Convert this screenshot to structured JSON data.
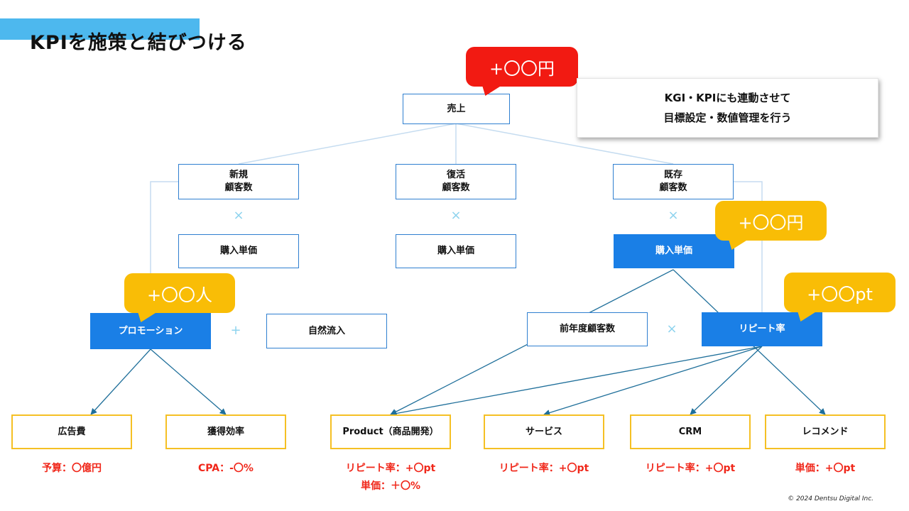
{
  "title": "KPIを施策と結びつける",
  "colors": {
    "accent_bar": "#4db8ee",
    "box_border": "#2f7fd0",
    "highlight_box": "#1a7fe6",
    "leaf_border": "#f5c024",
    "callout_red": "#f21a12",
    "callout_yellow": "#f9bd06",
    "metric_text": "#f0271a",
    "arrow": "#1f6f9a"
  },
  "nodes": {
    "sales": "売上",
    "new_customers": "新規\n顧客数",
    "revived_customers": "復活\n顧客数",
    "existing_customers": "既存\n顧客数",
    "unit_price_new": "購入単価",
    "unit_price_revived": "購入単価",
    "unit_price_existing": "購入単価",
    "promotion": "プロモーション",
    "organic": "自然流入",
    "prev_year_customers": "前年度顧客数",
    "repeat_rate": "リピート率"
  },
  "operators": {
    "times": "×",
    "plus": "+"
  },
  "leaves": [
    {
      "label": "広告費",
      "metrics": [
        "予算：〇億円"
      ]
    },
    {
      "label": "獲得効率",
      "metrics": [
        "CPA：-〇%"
      ]
    },
    {
      "label": "Product（商品開発）",
      "metrics": [
        "リピート率：+〇pt",
        "単価：＋〇%"
      ]
    },
    {
      "label": "サービス",
      "metrics": [
        "リピート率：+〇pt"
      ]
    },
    {
      "label": "CRM",
      "metrics": [
        "リピート率：+〇pt"
      ]
    },
    {
      "label": "レコメンド",
      "metrics": [
        "単価：+〇pt"
      ]
    }
  ],
  "callouts": {
    "sales": "+〇〇円",
    "unit_price": "+〇〇円",
    "promotion": "+〇〇人",
    "repeat_rate": "+〇〇pt"
  },
  "note": {
    "line1": "KGI・KPIにも連動させて",
    "line2": "目標設定・数値管理を行う"
  },
  "copyright": "© 2024 Dentsu Digital Inc."
}
